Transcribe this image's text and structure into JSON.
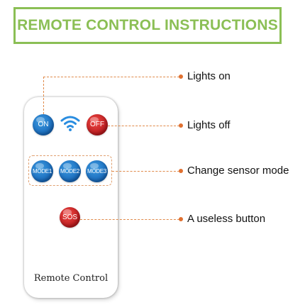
{
  "banner": {
    "title": "REMOTE CONTROL INSTRUCTIONS"
  },
  "remote": {
    "buttons": {
      "on": "ON",
      "off": "OFF",
      "mode1": "MODE1",
      "mode2": "MODE2",
      "mode3": "MODE3",
      "sos": "SOS"
    },
    "label": "Remote Control"
  },
  "callouts": {
    "lights_on": "Lights on",
    "lights_off": "Lights off",
    "change_mode": "Change sensor mode",
    "useless": "A useless button"
  },
  "colors": {
    "banner_green": "#8bbf55",
    "button_blue": "#1e7acc",
    "button_red": "#d62b2b",
    "leader_orange": "#e08a4a"
  },
  "icons": [
    "wifi-icon"
  ]
}
